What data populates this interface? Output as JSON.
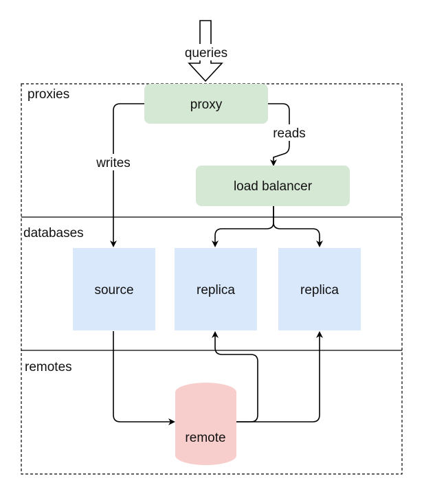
{
  "colors": {
    "proxy_fill": "#d5e8d4",
    "lb_fill": "#d5e8d4",
    "db_fill": "#dae8fc",
    "remote_fill": "#f8cecc",
    "stroke": "#000000",
    "text": "#111111"
  },
  "zones": {
    "proxies": "proxies",
    "databases": "databases",
    "remotes": "remotes"
  },
  "nodes": {
    "proxy": "proxy",
    "load_balancer": "load balancer",
    "source": "source",
    "replica_1": "replica",
    "replica_2": "replica",
    "remote": "remote"
  },
  "edges": {
    "queries": "queries",
    "writes": "writes",
    "reads": "reads"
  }
}
